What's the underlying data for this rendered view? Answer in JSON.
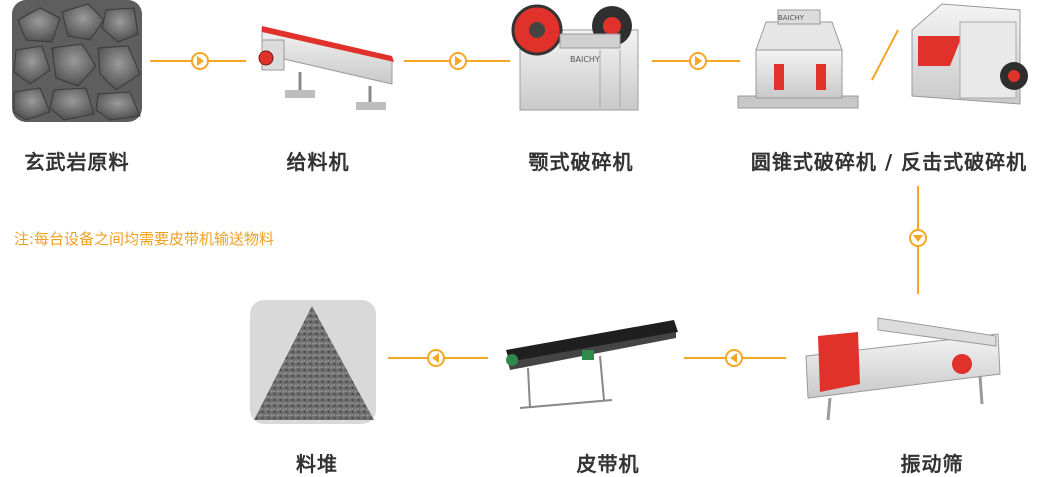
{
  "steps": [
    {
      "id": "raw",
      "label": "玄武岩原料",
      "icon": "rock-pile-photo"
    },
    {
      "id": "feeder",
      "label": "给料机",
      "icon": "vibrating-feeder"
    },
    {
      "id": "jaw",
      "label": "颚式破碎机",
      "icon": "jaw-crusher"
    },
    {
      "id": "cone_impact",
      "label": "圆锥式破碎机 / 反击式破碎机",
      "icon": "cone-and-impact-crusher"
    },
    {
      "id": "screen",
      "label": "振动筛",
      "icon": "vibrating-screen"
    },
    {
      "id": "belt",
      "label": "皮带机",
      "icon": "belt-conveyor"
    },
    {
      "id": "stock",
      "label": "料堆",
      "icon": "stockpile-photo"
    }
  ],
  "note": "注:每台设备之间均需要皮带机输送物料",
  "machine_brand": "BAICHY",
  "colors": {
    "arrow": "#f5a623",
    "machine_red": "#e0322b",
    "label": "#333333",
    "note": "#f0a020"
  }
}
